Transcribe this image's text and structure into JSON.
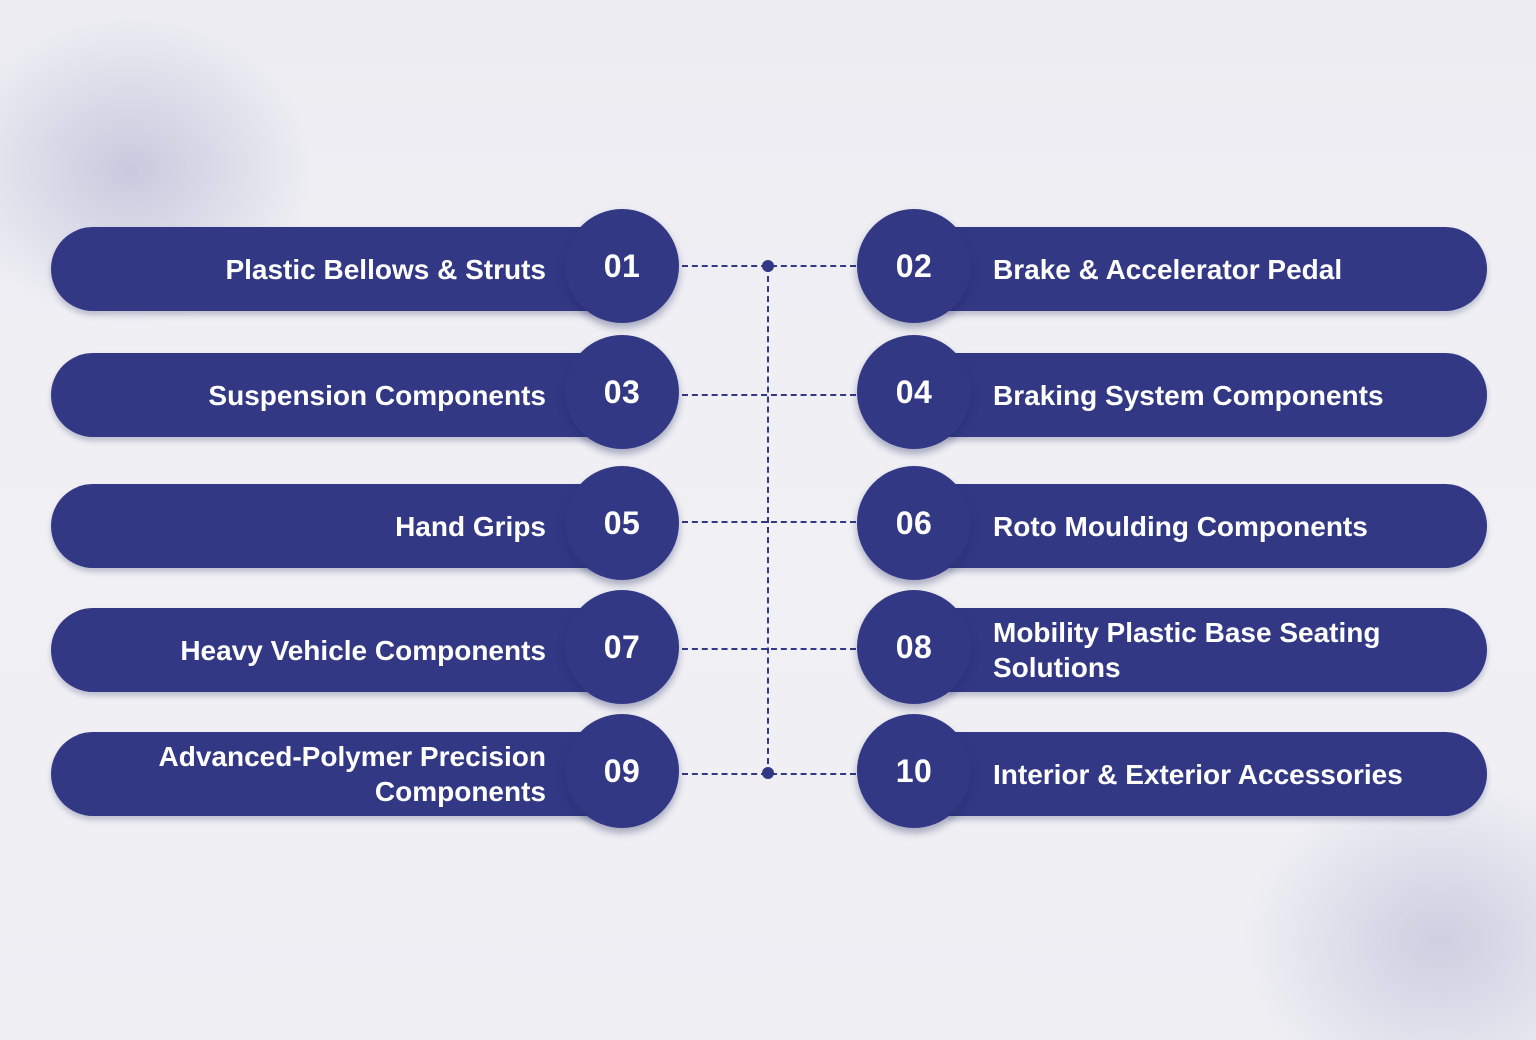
{
  "diagram": {
    "colors": {
      "pill": "#333885",
      "text": "#ffffff",
      "background": "#eeeef3"
    },
    "items": [
      {
        "number": "01",
        "label": "Plastic Bellows & Struts",
        "side": "left"
      },
      {
        "number": "02",
        "label": "Brake & Accelerator Pedal",
        "side": "right"
      },
      {
        "number": "03",
        "label": "Suspension Components",
        "side": "left"
      },
      {
        "number": "04",
        "label": "Braking System Components",
        "side": "right"
      },
      {
        "number": "05",
        "label": "Hand Grips",
        "side": "left"
      },
      {
        "number": "06",
        "label": "Roto Moulding Components",
        "side": "right"
      },
      {
        "number": "07",
        "label": "Heavy Vehicle Components",
        "side": "left"
      },
      {
        "number": "08",
        "label": "Mobility Plastic Base Seating Solutions",
        "side": "right"
      },
      {
        "number": "09",
        "label": "Advanced-Polymer Precision Components",
        "side": "left"
      },
      {
        "number": "10",
        "label": "Interior & Exterior Accessories",
        "side": "right"
      }
    ]
  }
}
